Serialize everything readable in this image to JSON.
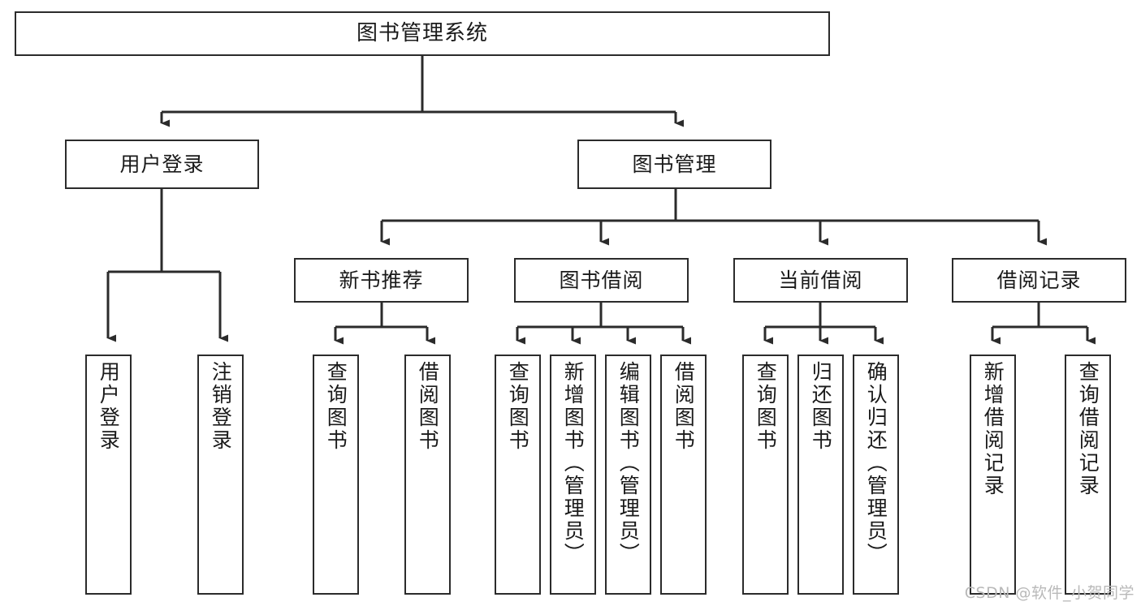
{
  "diagram": {
    "title": "图书管理系统",
    "type": "tree",
    "orientation": "top-down",
    "box_fill": "#ffffff",
    "box_stroke": "#2b2b2b",
    "connector_color": "#2b2b2b",
    "background": "#ffffff"
  },
  "nodes": {
    "root": {
      "label": "图书管理系统"
    },
    "level2": [
      {
        "label": "用户登录"
      },
      {
        "label": "图书管理"
      }
    ],
    "level3": [
      {
        "label": "新书推荐"
      },
      {
        "label": "图书借阅"
      },
      {
        "label": "当前借阅"
      },
      {
        "label": "借阅记录"
      }
    ],
    "leaves": {
      "user_login": [
        {
          "label": "用户登录"
        },
        {
          "label": "注销登录"
        }
      ],
      "new_book": [
        {
          "label": "查询图书"
        },
        {
          "label": "借阅图书"
        }
      ],
      "book_borrow": [
        {
          "label": "查询图书"
        },
        {
          "label": "新增图书（管理员）"
        },
        {
          "label": "编辑图书（管理员）"
        },
        {
          "label": "借阅图书"
        }
      ],
      "current_borrow": [
        {
          "label": "查询图书"
        },
        {
          "label": "归还图书"
        },
        {
          "label": "确认归还（管理员）"
        }
      ],
      "borrow_record": [
        {
          "label": "新增借阅记录"
        },
        {
          "label": "查询借阅记录"
        }
      ]
    }
  },
  "watermark": {
    "text": "CSDN @软件_小贺同学"
  }
}
